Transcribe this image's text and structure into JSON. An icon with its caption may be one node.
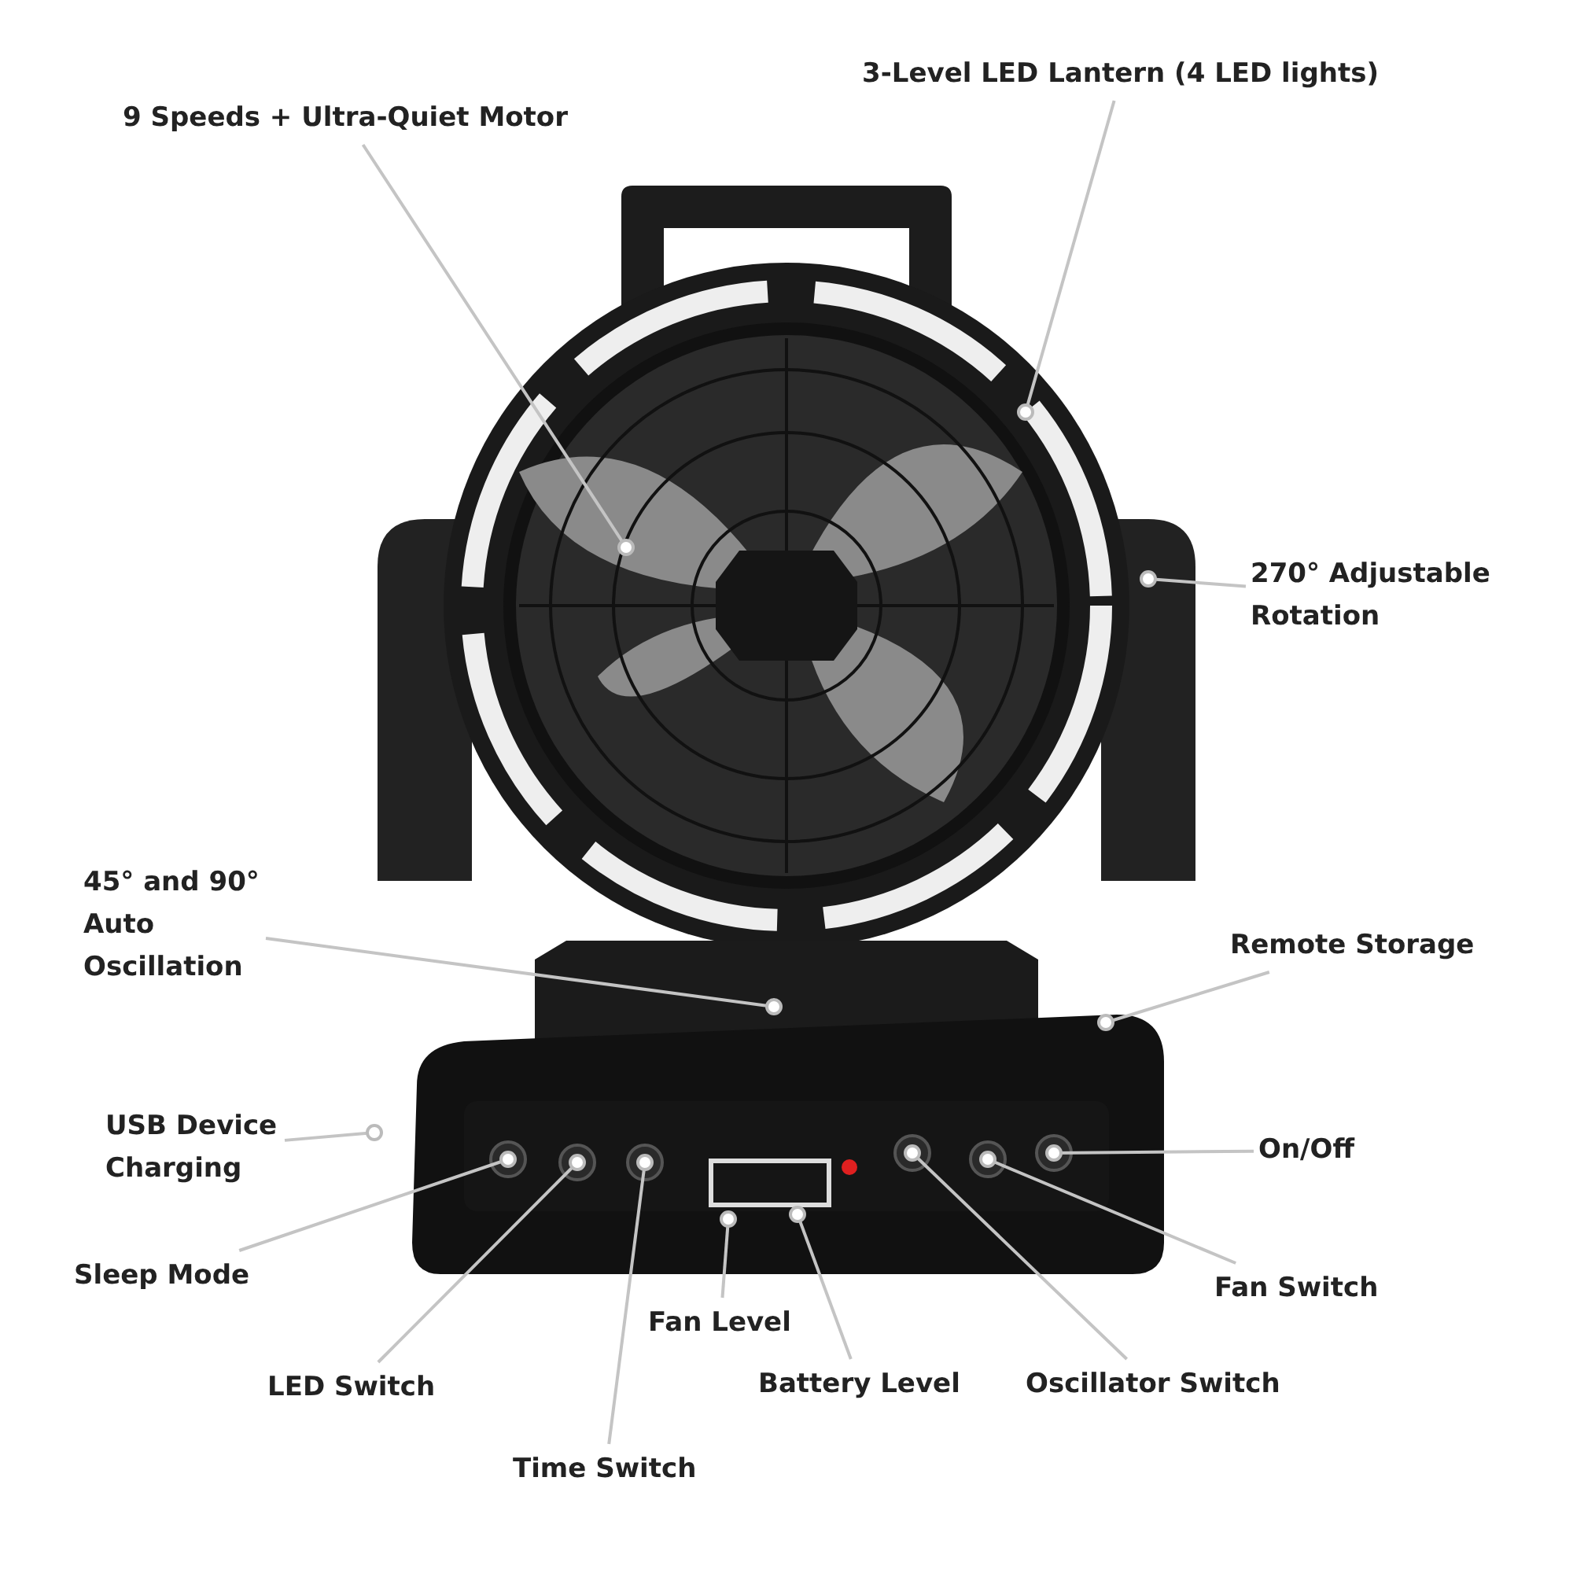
{
  "diagram": {
    "nodes": [
      {
        "text": [
          "9 Speeds + Ultra-Quiet Motor"
        ]
      },
      {
        "text": [
          "3-Level LED Lantern (4 LED lights)"
        ]
      },
      {
        "text": [
          "270° Adjustable Rotation"
        ]
      },
      {
        "text": [
          "45° and 90° Auto Oscillation"
        ]
      },
      {
        "text": [
          "Remote Storage"
        ]
      },
      {
        "text": [
          "USB Device Charging"
        ]
      },
      {
        "text": [
          "On/Off"
        ]
      },
      {
        "text": [
          "Sleep Mode"
        ]
      },
      {
        "text": [
          "Fan Switch"
        ]
      },
      {
        "text": [
          "Fan Level"
        ]
      },
      {
        "text": [
          "LED Switch"
        ]
      },
      {
        "text": [
          "Battery Level"
        ]
      },
      {
        "text": [
          "Oscillator Switch"
        ]
      },
      {
        "text": [
          "Time Switch"
        ]
      }
    ],
    "edges": [
      {
        "from": 0,
        "to": null,
        "arrow": "other"
      },
      {
        "from": 1,
        "to": null,
        "arrow": "other"
      },
      {
        "from": 2,
        "to": null,
        "arrow": "other"
      },
      {
        "from": 3,
        "to": null,
        "arrow": "other"
      },
      {
        "from": 4,
        "to": null,
        "arrow": "other"
      },
      {
        "from": 5,
        "to": null,
        "arrow": "other"
      },
      {
        "from": 6,
        "to": null,
        "arrow": "other"
      },
      {
        "from": 7,
        "to": null,
        "arrow": "other"
      },
      {
        "from": 8,
        "to": null,
        "arrow": "other"
      },
      {
        "from": 9,
        "to": null,
        "arrow": "other"
      },
      {
        "from": 10,
        "to": null,
        "arrow": "other"
      },
      {
        "from": 11,
        "to": null,
        "arrow": "other"
      },
      {
        "from": 12,
        "to": null,
        "arrow": "other"
      },
      {
        "from": 13,
        "to": null,
        "arrow": "other"
      }
    ]
  }
}
